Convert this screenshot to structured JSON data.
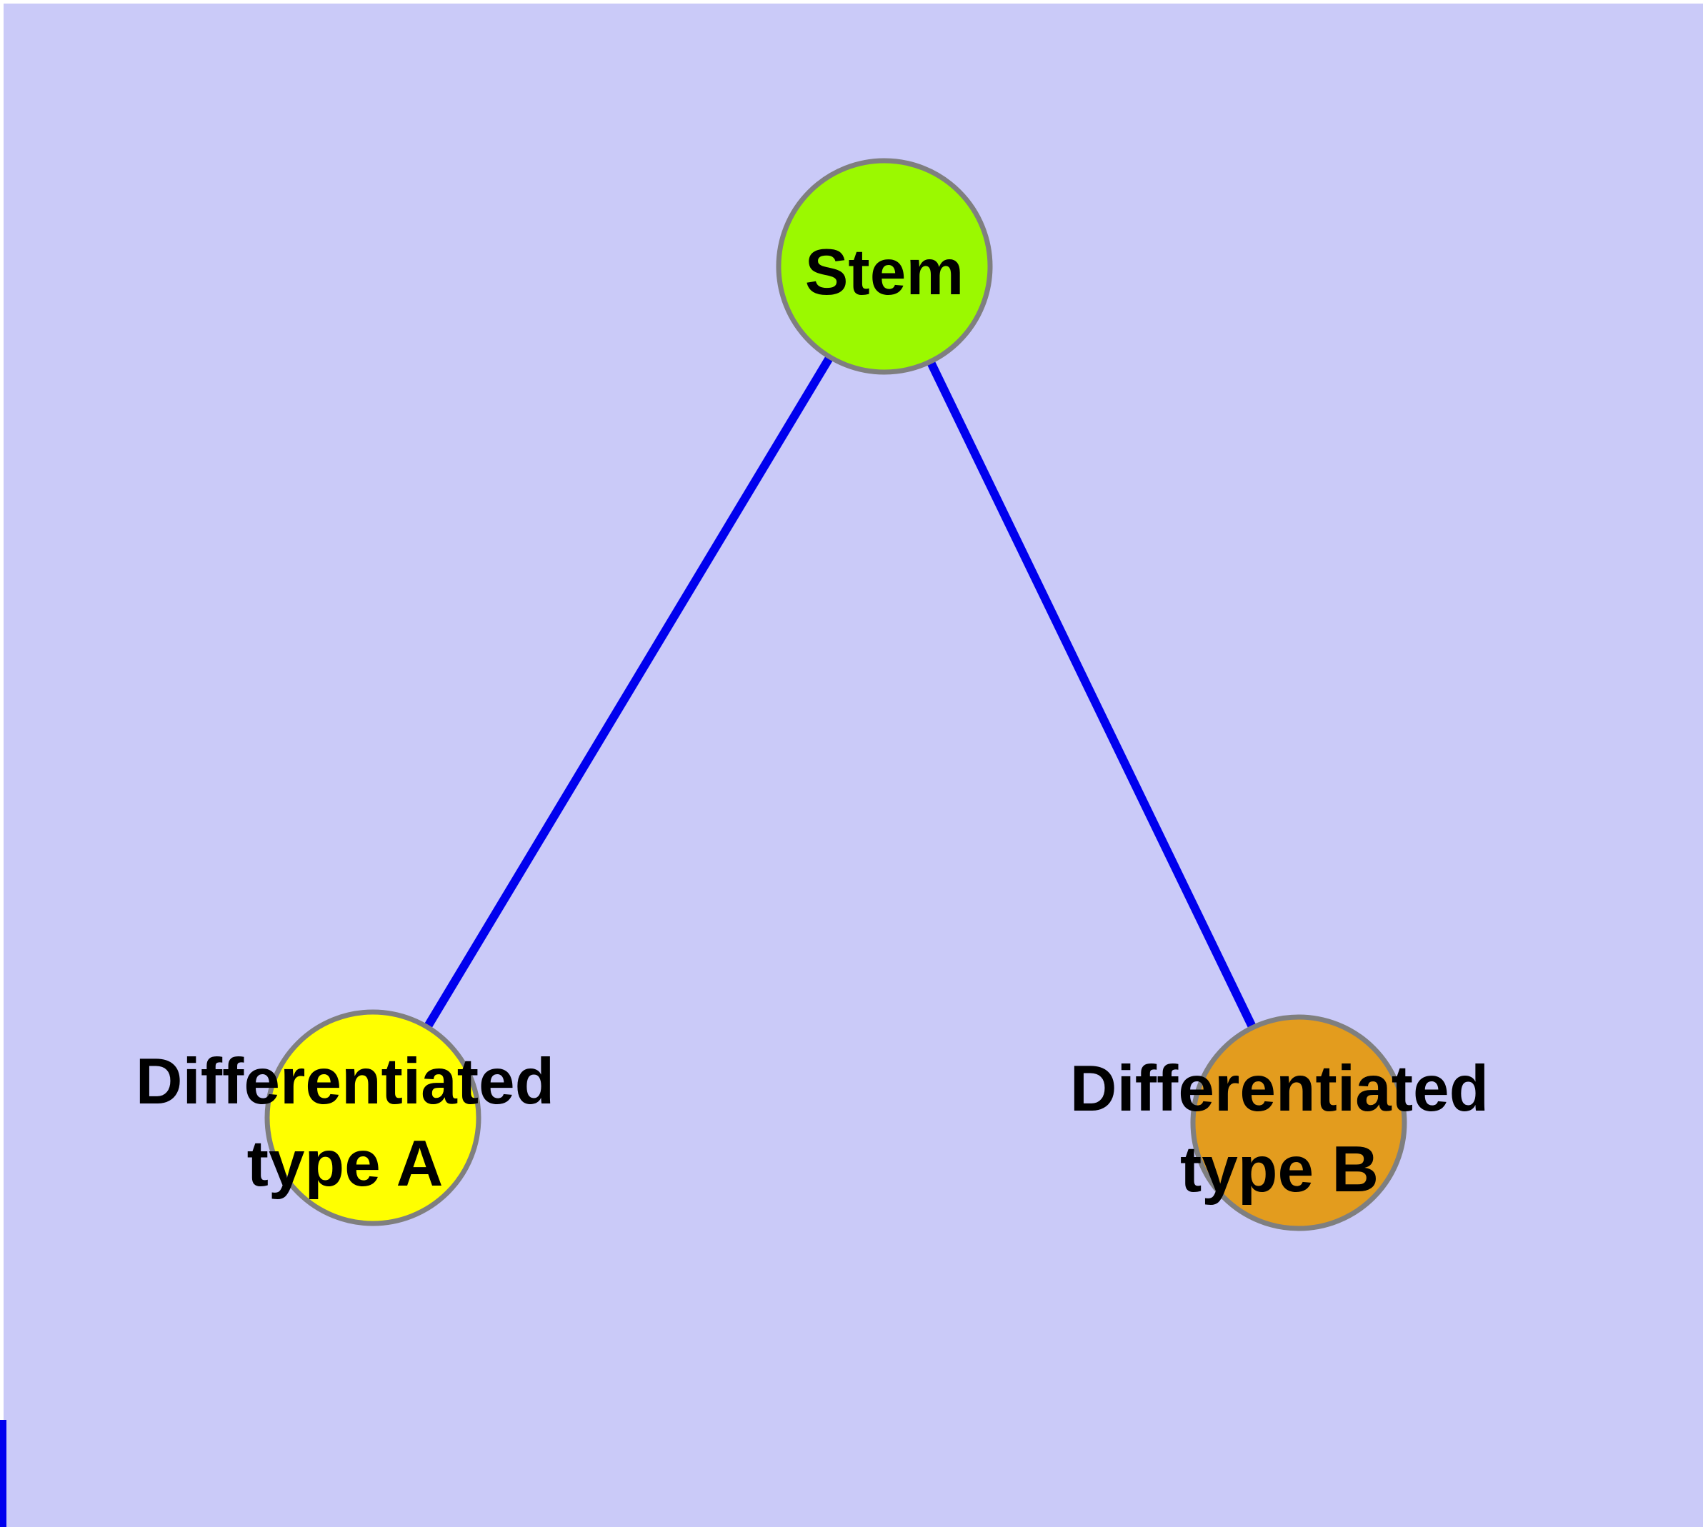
{
  "canvas": {
    "background_color": "#CACAF8",
    "margin_color": "#FFFFFF"
  },
  "edges": {
    "color": "#0000EE",
    "items": [
      {
        "from": "Stem",
        "to": "Differentiated type A"
      },
      {
        "from": "Stem",
        "to": "Differentiated type B"
      }
    ]
  },
  "nodes": {
    "stem": {
      "label": "Stem",
      "fill": "#9BF900",
      "border": "#7F7F7F"
    },
    "type_a": {
      "label_line1": "Differentiated",
      "label_line2": "type A",
      "fill": "#FFFF00",
      "border": "#7F7F7F"
    },
    "type_b": {
      "label_line1": "Differentiated",
      "label_line2": "type B",
      "fill": "#E39C1E",
      "border": "#7F7F7F"
    }
  },
  "artifacts": {
    "left_edge_stripe_color": "#0000EE"
  }
}
